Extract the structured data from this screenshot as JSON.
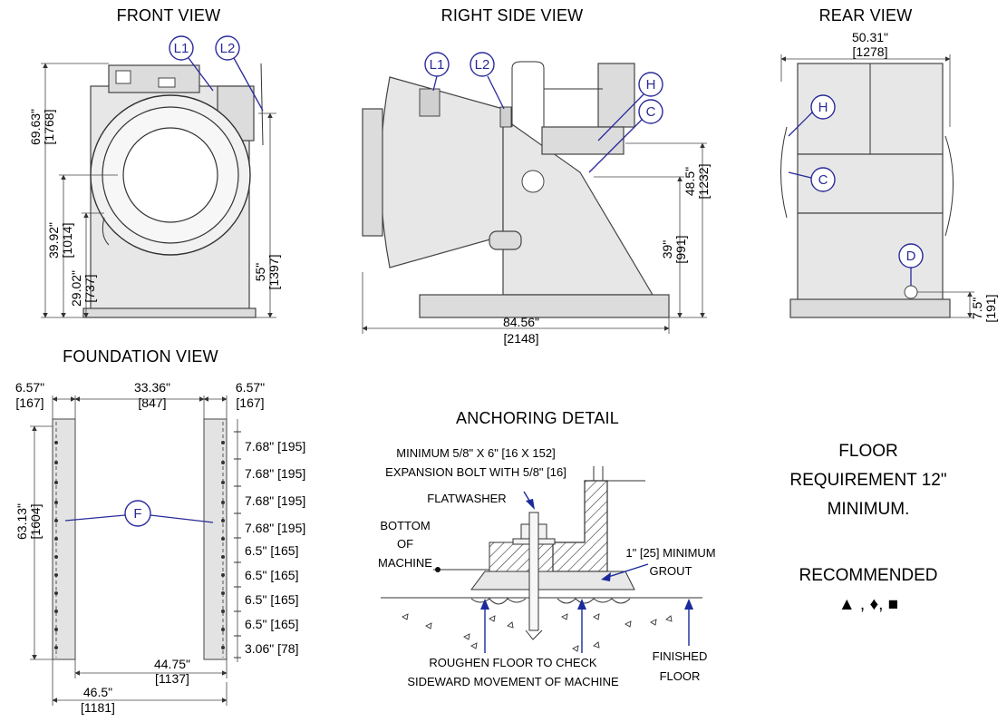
{
  "titles": {
    "front": "FRONT VIEW",
    "right": "RIGHT SIDE VIEW",
    "rear": "REAR VIEW",
    "foundation": "FOUNDATION VIEW",
    "anchoring": "ANCHORING DETAIL"
  },
  "callouts": {
    "l1": "L1",
    "l2": "L2",
    "h": "H",
    "c": "C",
    "d": "D",
    "f": "F"
  },
  "front_dims": {
    "height_in": "69.63\"",
    "height_mm": "[1768]",
    "door_center_in": "39.92\"",
    "door_center_mm": "[1014]",
    "door_bottom_in": "29.02\"",
    "door_bottom_mm": "[737]",
    "l2_height_in": "55\"",
    "l2_height_mm": "[1397]"
  },
  "side_dims": {
    "depth_in": "84.56\"",
    "depth_mm": "[2148]",
    "h_height_in": "48.5\"",
    "h_height_mm": "[1232]",
    "c_height_in": "39\"",
    "c_height_mm": "[991]"
  },
  "rear_dims": {
    "width_in": "50.31\"",
    "width_mm": "[1278]",
    "d_height_in": "7.5\"",
    "d_height_mm": "[191]"
  },
  "foundation_dims": {
    "left_pad_in": "6.57\"",
    "left_pad_mm": "[167]",
    "center_in": "33.36\"",
    "center_mm": "[847]",
    "right_pad_in": "6.57\"",
    "right_pad_mm": "[167]",
    "depth_in": "63.13\"",
    "depth_mm": "[1604]",
    "inner_width_in": "44.75\"",
    "inner_width_mm": "[1137]",
    "outer_width_in": "46.5\"",
    "outer_width_mm": "[1181]",
    "spacings": [
      "7.68\" [195]",
      "7.68\" [195]",
      "7.68\" [195]",
      "7.68\" [195]",
      "6.5\" [165]",
      "6.5\" [165]",
      "6.5\" [165]",
      "6.5\" [165]",
      "3.06\" [78]"
    ]
  },
  "anchoring": {
    "bolt_line1": "MINIMUM 5/8\" X 6\" [16 X 152]",
    "bolt_line2": "EXPANSION BOLT WITH 5/8\" [16]",
    "bolt_line3": "FLATWASHER",
    "bottom_line1": "BOTTOM",
    "bottom_line2": "OF",
    "bottom_line3": "MACHINE",
    "grout_line1": "1\" [25] MINIMUM",
    "grout_line2": "GROUT",
    "roughen_line1": "ROUGHEN FLOOR TO CHECK",
    "roughen_line2": "SIDEWARD MOVEMENT OF MACHINE",
    "finished_line1": "FINISHED",
    "finished_line2": "FLOOR"
  },
  "floor_note": {
    "line1": "FLOOR",
    "line2": "REQUIREMENT 12\"",
    "line3": "MINIMUM.",
    "line4": "RECOMMENDED",
    "symbols": "▲ , ♦, ■"
  }
}
